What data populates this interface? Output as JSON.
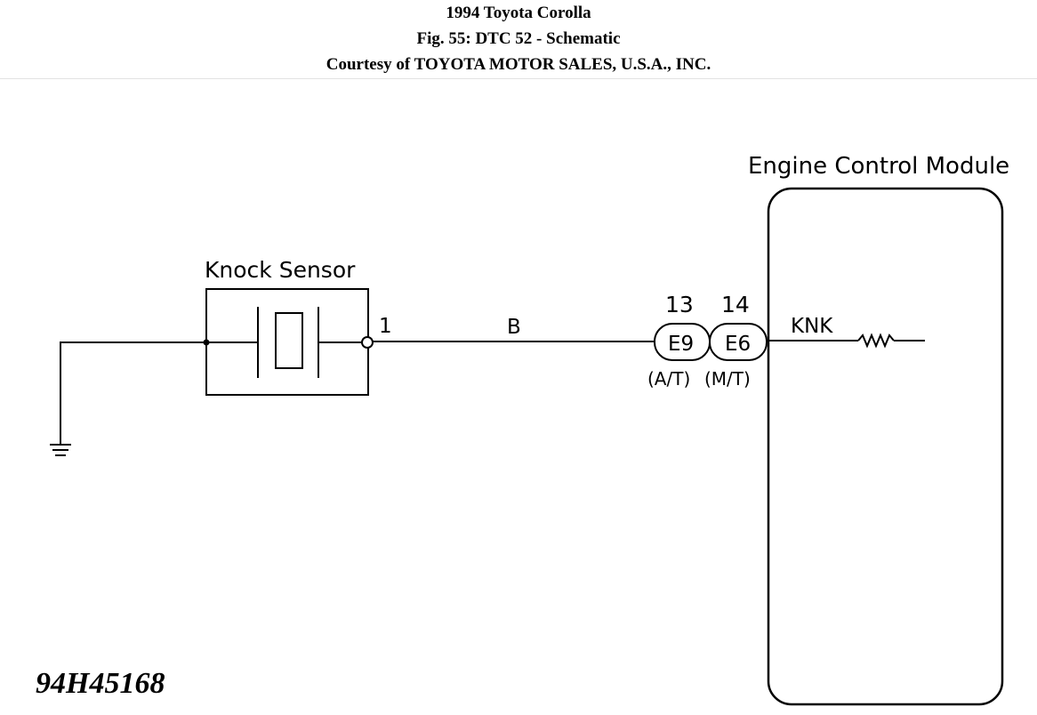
{
  "header": {
    "line1": "1994 Toyota Corolla",
    "line2": "Fig. 55: DTC 52 - Schematic",
    "line3": "Courtesy of TOYOTA MOTOR SALES, U.S.A., INC."
  },
  "diagram": {
    "ecm_label": "Engine Control Module",
    "sensor_label": "Knock Sensor",
    "sensor_pin": "1",
    "wire_color": "B",
    "connector_left_pin": "13",
    "connector_right_pin": "14",
    "connector_left_id": "E9",
    "connector_right_id": "E6",
    "connector_left_note": "(A/T)",
    "connector_right_note": "(M/T)",
    "ecm_terminal": "KNK",
    "figure_id": "94H45168"
  }
}
